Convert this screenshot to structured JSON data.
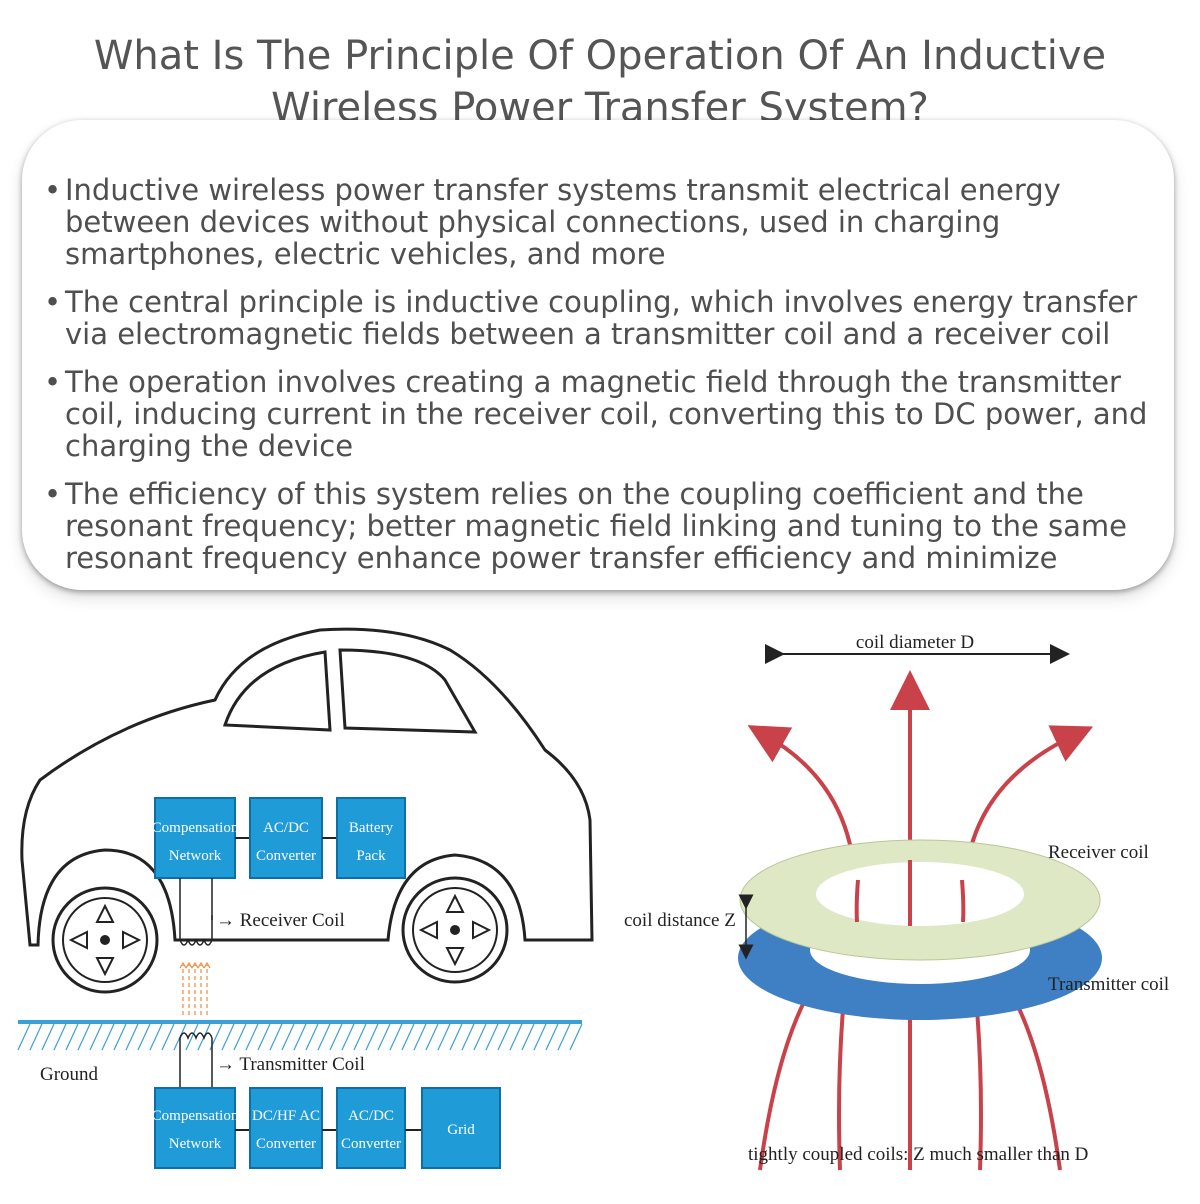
{
  "title": "What Is The Principle Of Operation Of An Inductive Wireless Power Transfer System?",
  "bullets": [
    "Inductive wireless power transfer systems transmit electrical energy between devices without physical connections, used in charging smartphones, electric vehicles, and more",
    "The central principle is inductive coupling, which involves energy transfer via electromagnetic fields between a transmitter coil and a receiver coil",
    "The operation involves creating a magnetic field through the transmitter coil, inducing current in the receiver coil, converting this to DC power, and charging the device",
    "The efficiency of this system relies on the coupling coefficient and the resonant frequency; better magnetic field linking and tuning to the same resonant frequency enhance power transfer efficiency and minimize"
  ],
  "car_diagram": {
    "vehicle_boxes": [
      {
        "line1": "Compensation",
        "line2": "Network"
      },
      {
        "line1": "AC/DC",
        "line2": "Converter"
      },
      {
        "line1": "Battery",
        "line2": "Pack"
      }
    ],
    "ground_boxes": [
      {
        "line1": "Compensation",
        "line2": "Network"
      },
      {
        "line1": "DC/HF AC",
        "line2": "Converter"
      },
      {
        "line1": "AC/DC",
        "line2": "Converter"
      },
      {
        "line1": "Grid",
        "line2": ""
      }
    ],
    "receiver_coil_label": "→ Receiver Coil",
    "transmitter_coil_label": "→ Transmitter Coil",
    "ground_label": "Ground"
  },
  "coil_diagram": {
    "diameter_label": "coil diameter D",
    "receiver_label": "Receiver coil",
    "transmitter_label": "Transmitter coil",
    "distance_label": "coil distance Z",
    "caption": "tightly coupled coils: Z much smaller than D"
  },
  "colors": {
    "box_blue": "#1f9bd7",
    "receiver_coil": "#dfe8c4",
    "transmitter_coil": "#3f7fc4",
    "field_lines": "#c9424a",
    "ground_line": "#3aa0d8"
  }
}
